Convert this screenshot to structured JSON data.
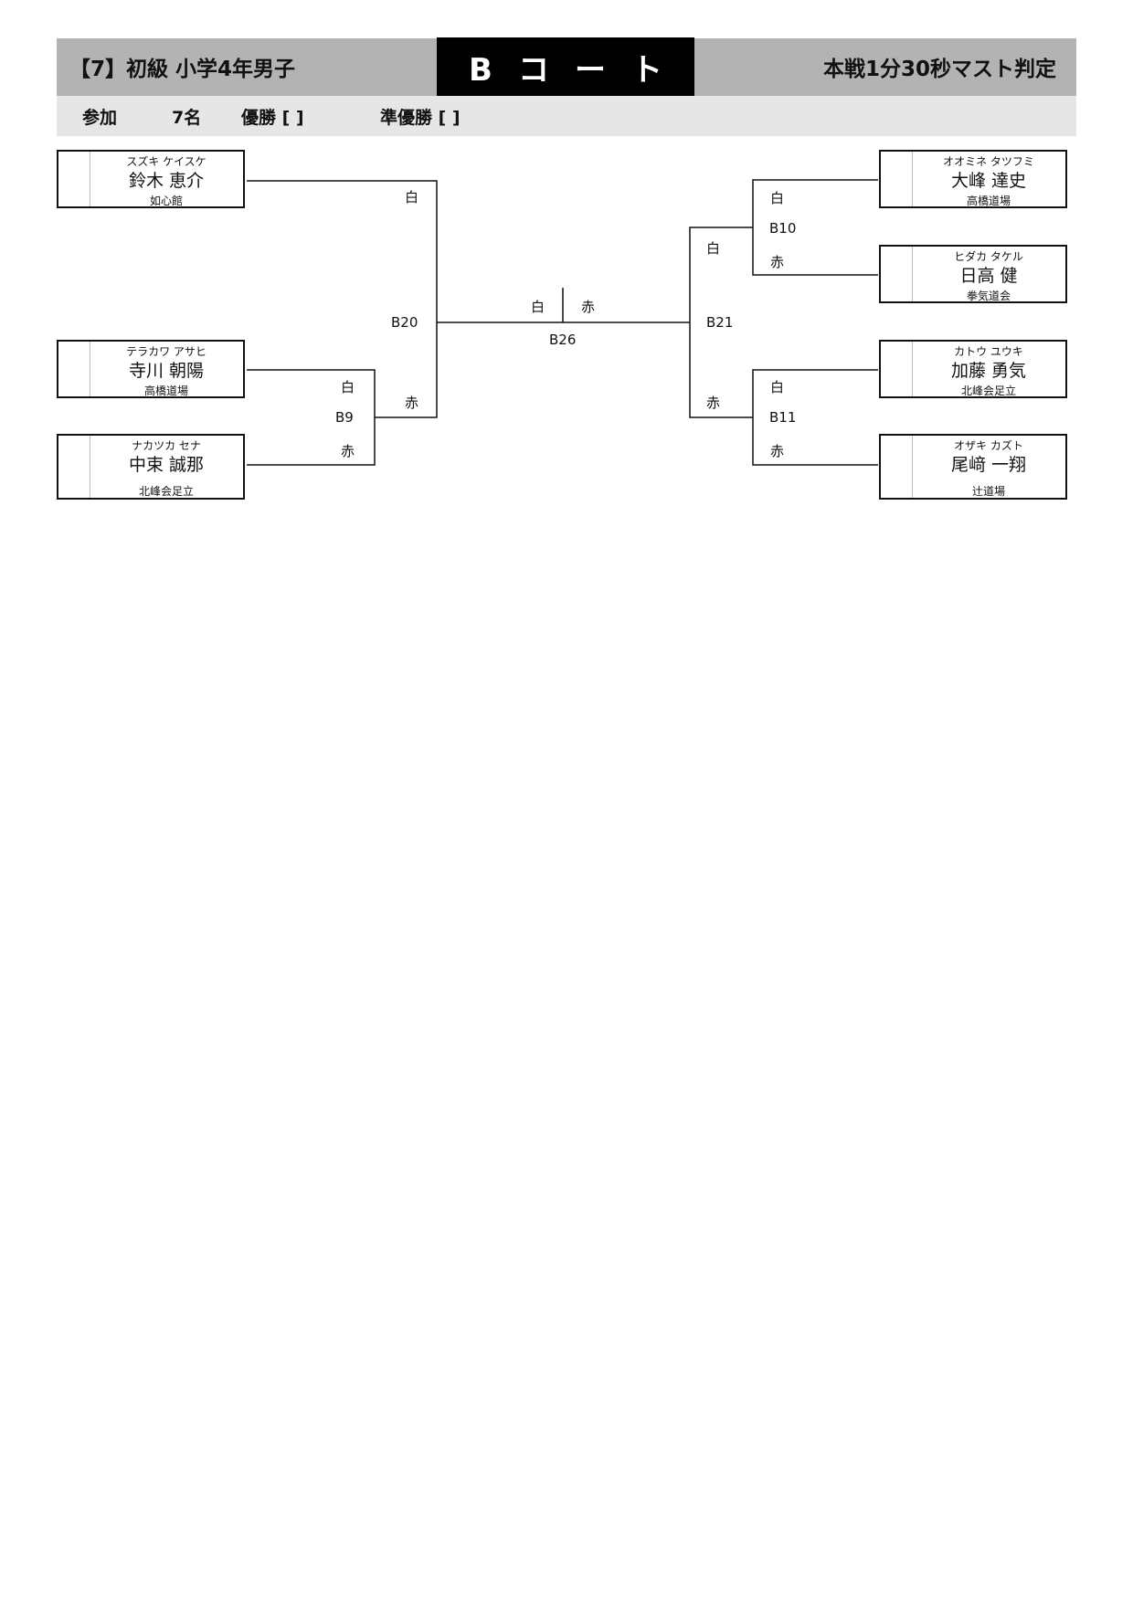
{
  "header": {
    "division": "【7】初級  小学4年男子",
    "court": "Bコート",
    "rule": "本戦1分30秒マスト判定"
  },
  "subheader": {
    "participants_label": "参加",
    "participants_count": "7名",
    "winner_label": "優勝 [          ]",
    "runner_up_label": "準優勝 [          ]"
  },
  "entries": {
    "left_1": {
      "kana": "スズキ ケイスケ",
      "name": "鈴木 恵介",
      "club": "如心館"
    },
    "left_2": {
      "kana": "テラカワ アサヒ",
      "name": "寺川 朝陽",
      "club": "高橋道場"
    },
    "left_3": {
      "kana": "ナカツカ セナ",
      "name": "中束 誠那",
      "club": "北峰会足立"
    },
    "right_1": {
      "kana": "オオミネ タツフミ",
      "name": "大峰 達史",
      "club": "高橋道場"
    },
    "right_2": {
      "kana": "ヒダカ タケル",
      "name": "日高 健",
      "club": "拳気道会"
    },
    "right_3": {
      "kana": "カトウ ユウキ",
      "name": "加藤 勇気",
      "club": "北峰会足立"
    },
    "right_4": {
      "kana": "オザキ カズト",
      "name": "尾﨑 一翔",
      "club": "辻道場"
    }
  },
  "matches": {
    "b9": "B9",
    "b10": "B10",
    "b11": "B11",
    "b20": "B20",
    "b21": "B21",
    "b26": "B26"
  },
  "sides": {
    "white": "白",
    "red": "赤"
  }
}
